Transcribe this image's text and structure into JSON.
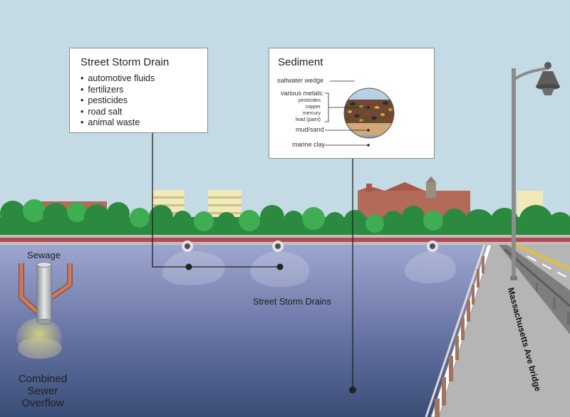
{
  "storm_drain_box": {
    "title": "Street Storm Drain",
    "items": [
      "automotive fluids",
      "fertilizers",
      "pesticides",
      "road salt",
      "animal waste"
    ]
  },
  "sediment_box": {
    "title": "Sediment",
    "layers": {
      "saltwater_wedge": "saltwater wedge",
      "various_metals": "various metals:",
      "metals": [
        "pesticides",
        "copper",
        "mercury",
        "lead (paint)"
      ],
      "mud_sand": "mud/sand",
      "marine_clay": "marine clay"
    }
  },
  "labels": {
    "sewage": "Sewage",
    "storm_drains": "Street Storm Drains",
    "combined_sewer_overflow": [
      "Combined",
      "Sewer",
      "Overflow"
    ],
    "bridge": "Massachusetts Ave bridge"
  },
  "colors": {
    "sky": "#c4dbe5",
    "water_top": "#9aa3cc",
    "water_bottom": "#394f78",
    "tree_dark": "#2c8a40",
    "tree_light": "#3fae52",
    "riverbank": "#b04a55",
    "building_brick": "#b36a58",
    "building_cream": "#f2e9b8",
    "bridge_road": "#b3b3b3",
    "road_line": "#e7c22b"
  }
}
